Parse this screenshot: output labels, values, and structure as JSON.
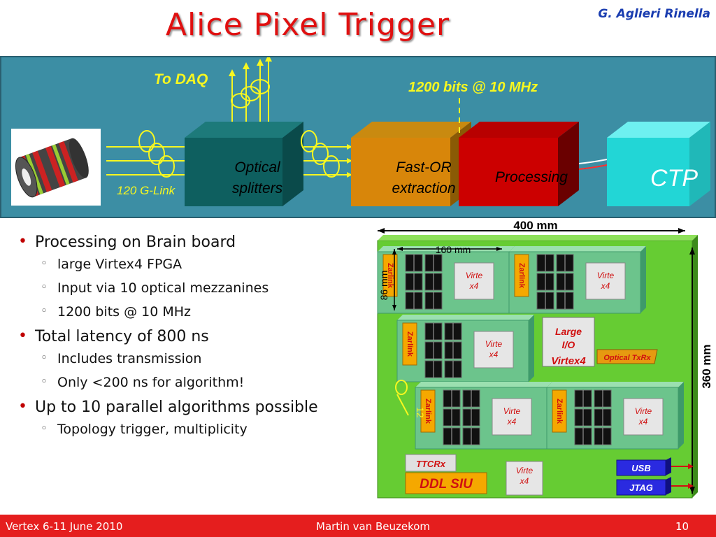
{
  "title": "Alice Pixel Trigger",
  "author": "G. Aglieri Rinella",
  "diagram": {
    "to_daq": "To DAQ",
    "bits_rate": "1200 bits @ 10 MHz",
    "glink": "120 G-Link",
    "box_optical_line1": "Optical",
    "box_optical_line2": "splitters",
    "box_fastor_line1": "Fast-OR",
    "box_fastor_line2": "extraction",
    "box_processing": "Processing",
    "box_ctp": "CTP"
  },
  "board": {
    "width": "400 mm",
    "height": "360 mm",
    "sub_width": "160 mm",
    "sub_height": "86 mm",
    "zarlink": "Zarlink",
    "virtex_line1": "Virte",
    "virtex_line2": "x4",
    "large_io_line1": "Large",
    "large_io_line2": "I/O",
    "large_io_line3": "Virtex4",
    "optical_txrx": "Optical TxRx",
    "ttcrx": "TTCRx",
    "ddl_siu": "DDL SIU",
    "usb": "USB",
    "jtag": "JTAG",
    "fiber_count": "12"
  },
  "bullets": [
    {
      "text": "Processing on Brain board",
      "sub": [
        "large Virtex4 FPGA",
        "Input via 10 optical mezzanines",
        "1200 bits @ 10 MHz"
      ]
    },
    {
      "text": "Total latency of 800 ns",
      "sub": [
        "Includes transmission",
        "Only <200 ns for algorithm!"
      ]
    },
    {
      "text": "Up to 10 parallel algorithms possible",
      "sub": [
        "Topology trigger, multiplicity"
      ]
    }
  ],
  "footer": {
    "left": "Vertex 6-11 June 2010",
    "center": "Martin van Beuzekom",
    "right": "10"
  },
  "colors": {
    "title": "#e01010",
    "author": "#1a3db0",
    "panel": "#3c8ea4",
    "footer": "#e51e1e",
    "board": "#66cc33"
  }
}
